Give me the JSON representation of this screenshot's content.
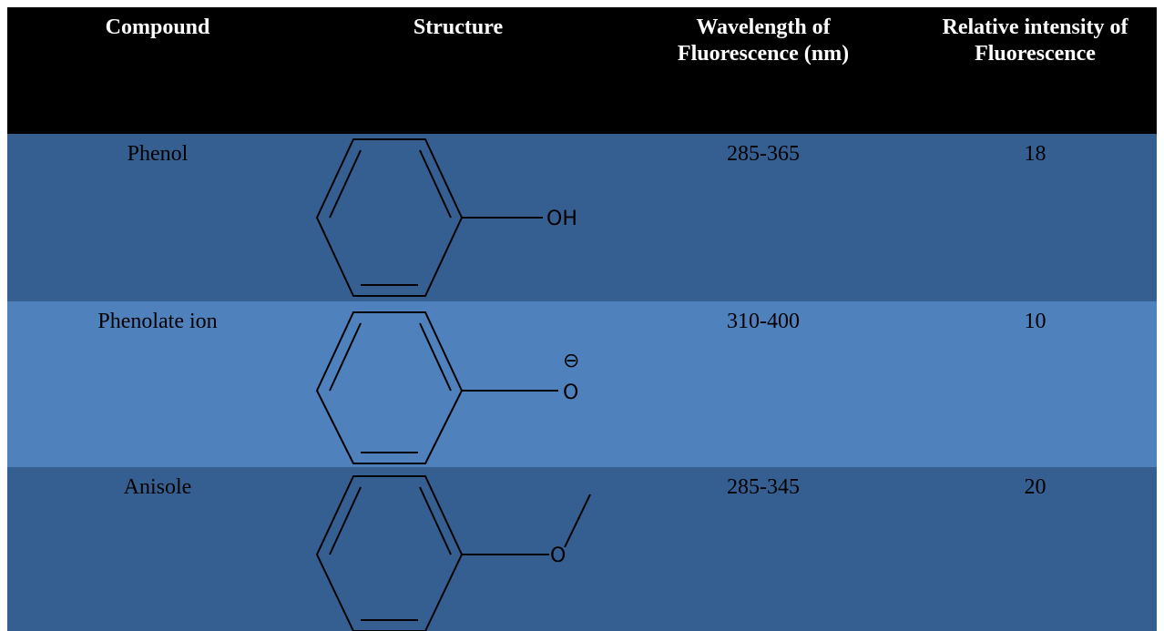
{
  "table": {
    "columns": [
      "Compound",
      "Structure",
      "Wavelength of Fluorescence (nm)",
      "Relative intensity of Fluorescence"
    ],
    "header_lines": {
      "wavelength": [
        "Wavelength of",
        "Fluorescence (nm)"
      ],
      "intensity": [
        "Relative intensity of",
        "Fluorescence"
      ]
    },
    "rows": [
      {
        "compound": "Phenol",
        "structure_label": "OH",
        "structure_icon": "phenol-structure-icon",
        "wavelength": "285-365",
        "intensity": "18",
        "background": "#365f91"
      },
      {
        "compound": "Phenolate ion",
        "structure_label": "O",
        "structure_charge": "⊖",
        "structure_icon": "phenolate-structure-icon",
        "wavelength": "310-400",
        "intensity": "10",
        "background": "#4f81bd"
      },
      {
        "compound": "Anisole",
        "structure_label": "O",
        "structure_icon": "anisole-structure-icon",
        "wavelength": "285-345",
        "intensity": "20",
        "background": "#365f91"
      }
    ]
  },
  "colors": {
    "header_bg": "#000000",
    "header_text": "#ffffff",
    "body_text": "#000000"
  }
}
